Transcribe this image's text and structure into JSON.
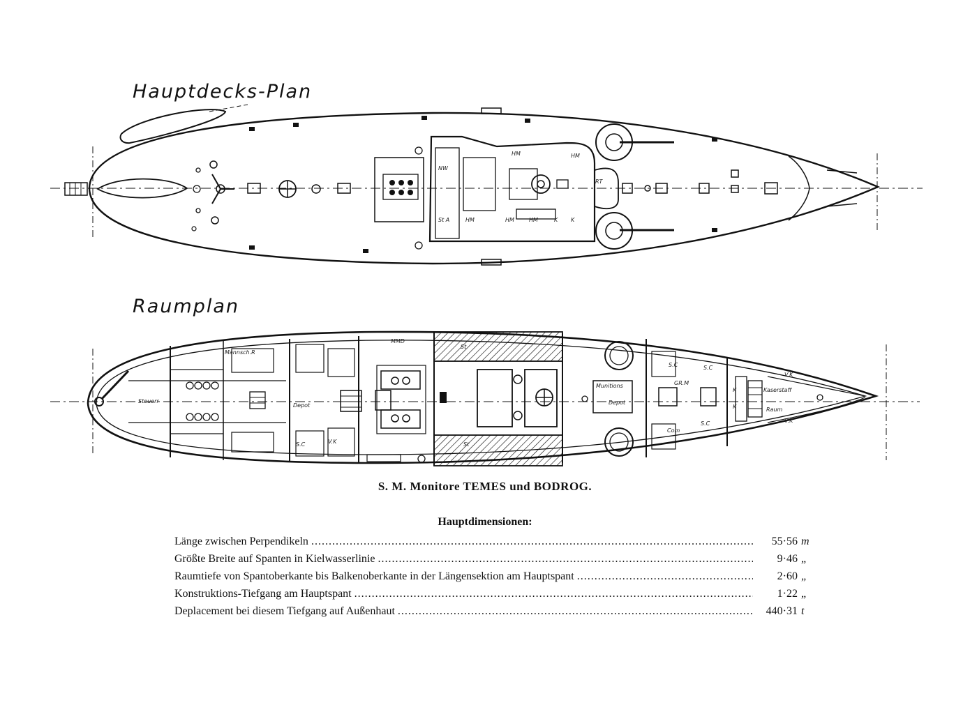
{
  "plans": {
    "top_title": "Hauptdecks-Plan",
    "bottom_title": "Raumplan"
  },
  "compartment_labels": {
    "deck": [
      "NW",
      "HM",
      "HM",
      "RT",
      "St A",
      "HM",
      "HM",
      "HM",
      "K",
      "K"
    ],
    "hold": [
      "MMD",
      "Mannsch.R",
      "Steuerr",
      "Depot",
      "S.C",
      "V.K",
      "Munitions",
      "Depot",
      "GR.M",
      "S.C",
      "S.C",
      "S.C",
      "Com",
      "Kaserstaff",
      "Raum",
      "V.K",
      "V.K",
      "K",
      "K",
      "St",
      "St"
    ]
  },
  "caption": "S. M. Monitore TEMES und BODROG.",
  "dimensions": {
    "heading": "Hauptdimensionen:",
    "rows": [
      {
        "label": "Länge zwischen Perpendikeln",
        "value": "55·56",
        "unit": "m"
      },
      {
        "label": "Größte Breite auf Spanten in Kielwasserlinie",
        "value": "9·46",
        "unit": "„"
      },
      {
        "label": "Raumtiefe von Spantoberkante bis Balkenoberkante in der Längensektion am Hauptspant",
        "value": "2·60",
        "unit": "„"
      },
      {
        "label": "Konstruktions-Tiefgang am Hauptspant",
        "value": "1·22",
        "unit": "„"
      },
      {
        "label": "Deplacement bei diesem Tiefgang auf Außenhaut",
        "value": "440·31",
        "unit": "t"
      }
    ]
  }
}
